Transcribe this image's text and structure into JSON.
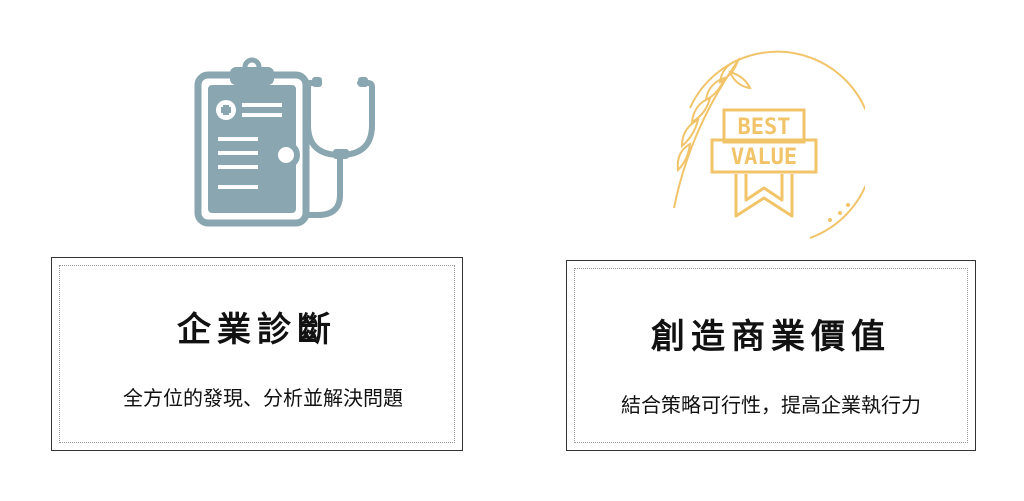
{
  "left_card": {
    "title": "企業診斷",
    "subtitle": "全方位的發現、分析並解決問題",
    "icon": "clipboard-stethoscope-icon",
    "icon_color": "#8aa6b0"
  },
  "right_card": {
    "title": "創造商業價值",
    "subtitle": "結合策略可行性，提高企業執行力",
    "icon": "best-value-badge-icon",
    "icon_color": "#f2c46a",
    "badge_line1": "BEST",
    "badge_line2": "VALUE"
  }
}
